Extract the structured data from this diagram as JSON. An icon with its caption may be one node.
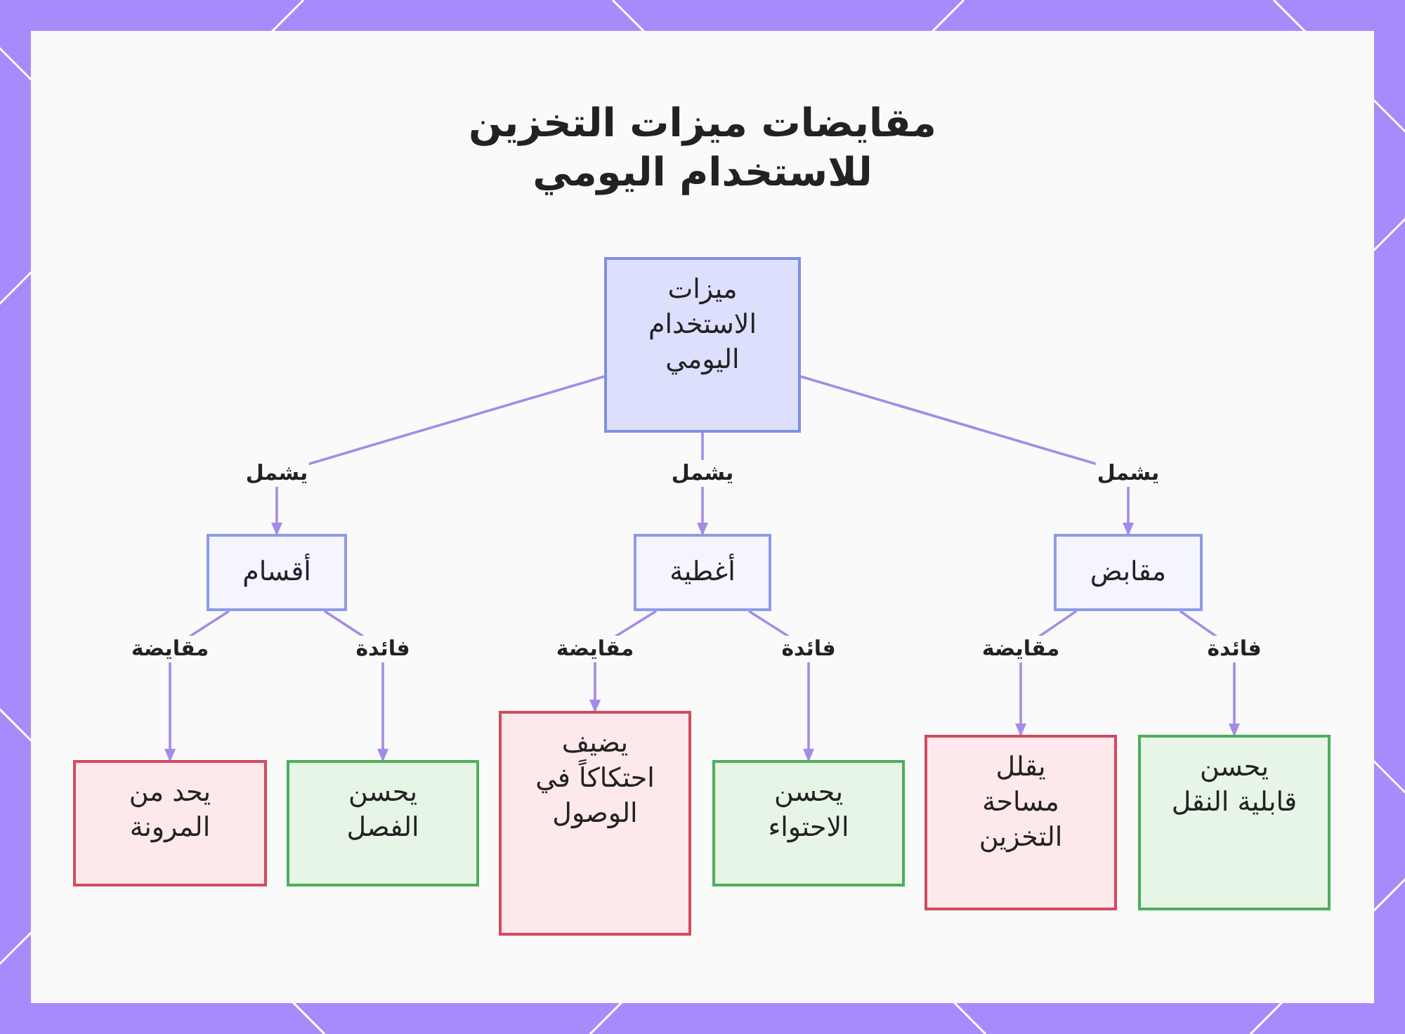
{
  "diagram": {
    "title": "مقايضات ميزات التخزين للاستخدام اليومي",
    "nodes": [
      {
        "text": [
          "ميزات الاستخدام اليومي"
        ]
      },
      {
        "text": [
          "مقابض"
        ]
      },
      {
        "text": [
          "أغطية"
        ]
      },
      {
        "text": [
          "أقسام"
        ]
      },
      {
        "text": [
          "يحسن قابلية النقل"
        ]
      },
      {
        "text": [
          "يقلل مساحة التخزين"
        ]
      },
      {
        "text": [
          "يحسن الاحتواء"
        ]
      },
      {
        "text": [
          "يضيف احتكاكاً في الوصول"
        ]
      },
      {
        "text": [
          "يحسن الفصل"
        ]
      },
      {
        "text": [
          "يحد من المرونة"
        ]
      }
    ],
    "edges": [
      {
        "from": 0,
        "to": 1,
        "arrow": "to",
        "label": "يشمل"
      },
      {
        "from": 0,
        "to": 2,
        "arrow": "to",
        "label": "يشمل"
      },
      {
        "from": 0,
        "to": 3,
        "arrow": "to",
        "label": "يشمل"
      },
      {
        "from": 1,
        "to": 4,
        "arrow": "to",
        "label": "فائدة"
      },
      {
        "from": 1,
        "to": 5,
        "arrow": "to",
        "label": "مقايضة"
      },
      {
        "from": 2,
        "to": 6,
        "arrow": "to",
        "label": "فائدة"
      },
      {
        "from": 2,
        "to": 7,
        "arrow": "to",
        "label": "مقايضة"
      },
      {
        "from": 3,
        "to": 8,
        "arrow": "to",
        "label": "فائدة"
      },
      {
        "from": 3,
        "to": 9,
        "arrow": "to",
        "label": "مقايضة"
      }
    ]
  }
}
